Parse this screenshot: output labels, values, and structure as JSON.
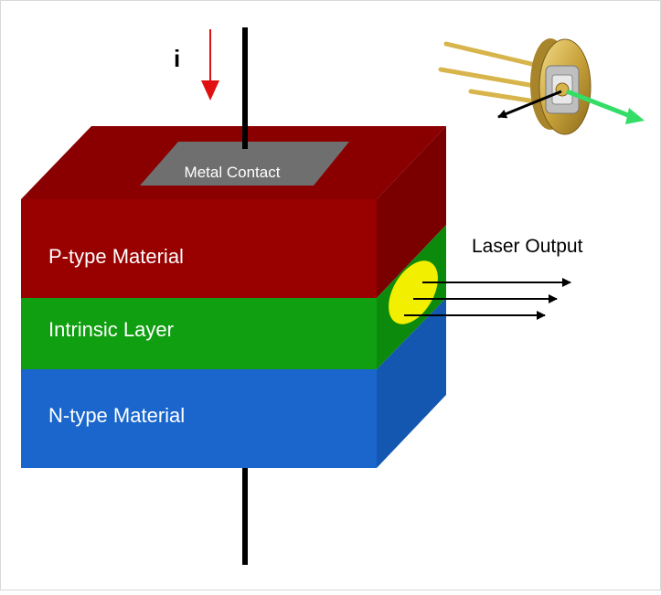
{
  "labels": {
    "current": "i",
    "metal_contact": "Metal Contact",
    "p_type": "P-type Material",
    "intrinsic": "Intrinsic Layer",
    "n_type": "N-type Material",
    "laser_output": "Laser Output"
  },
  "colors": {
    "p_front": "#990000",
    "p_top": "#8a0000",
    "p_side": "#7a0000",
    "intrinsic_front": "#109f10",
    "intrinsic_side": "#0c8a0c",
    "n_front": "#1a66cc",
    "n_side": "#1457b0",
    "metal_contact": "#6f6f6f",
    "current_arrow": "#e01010",
    "emission_spot": "#f2ef00",
    "wire": "#000000",
    "package_gold": "#c9a23a",
    "beam": "#33dd66"
  }
}
